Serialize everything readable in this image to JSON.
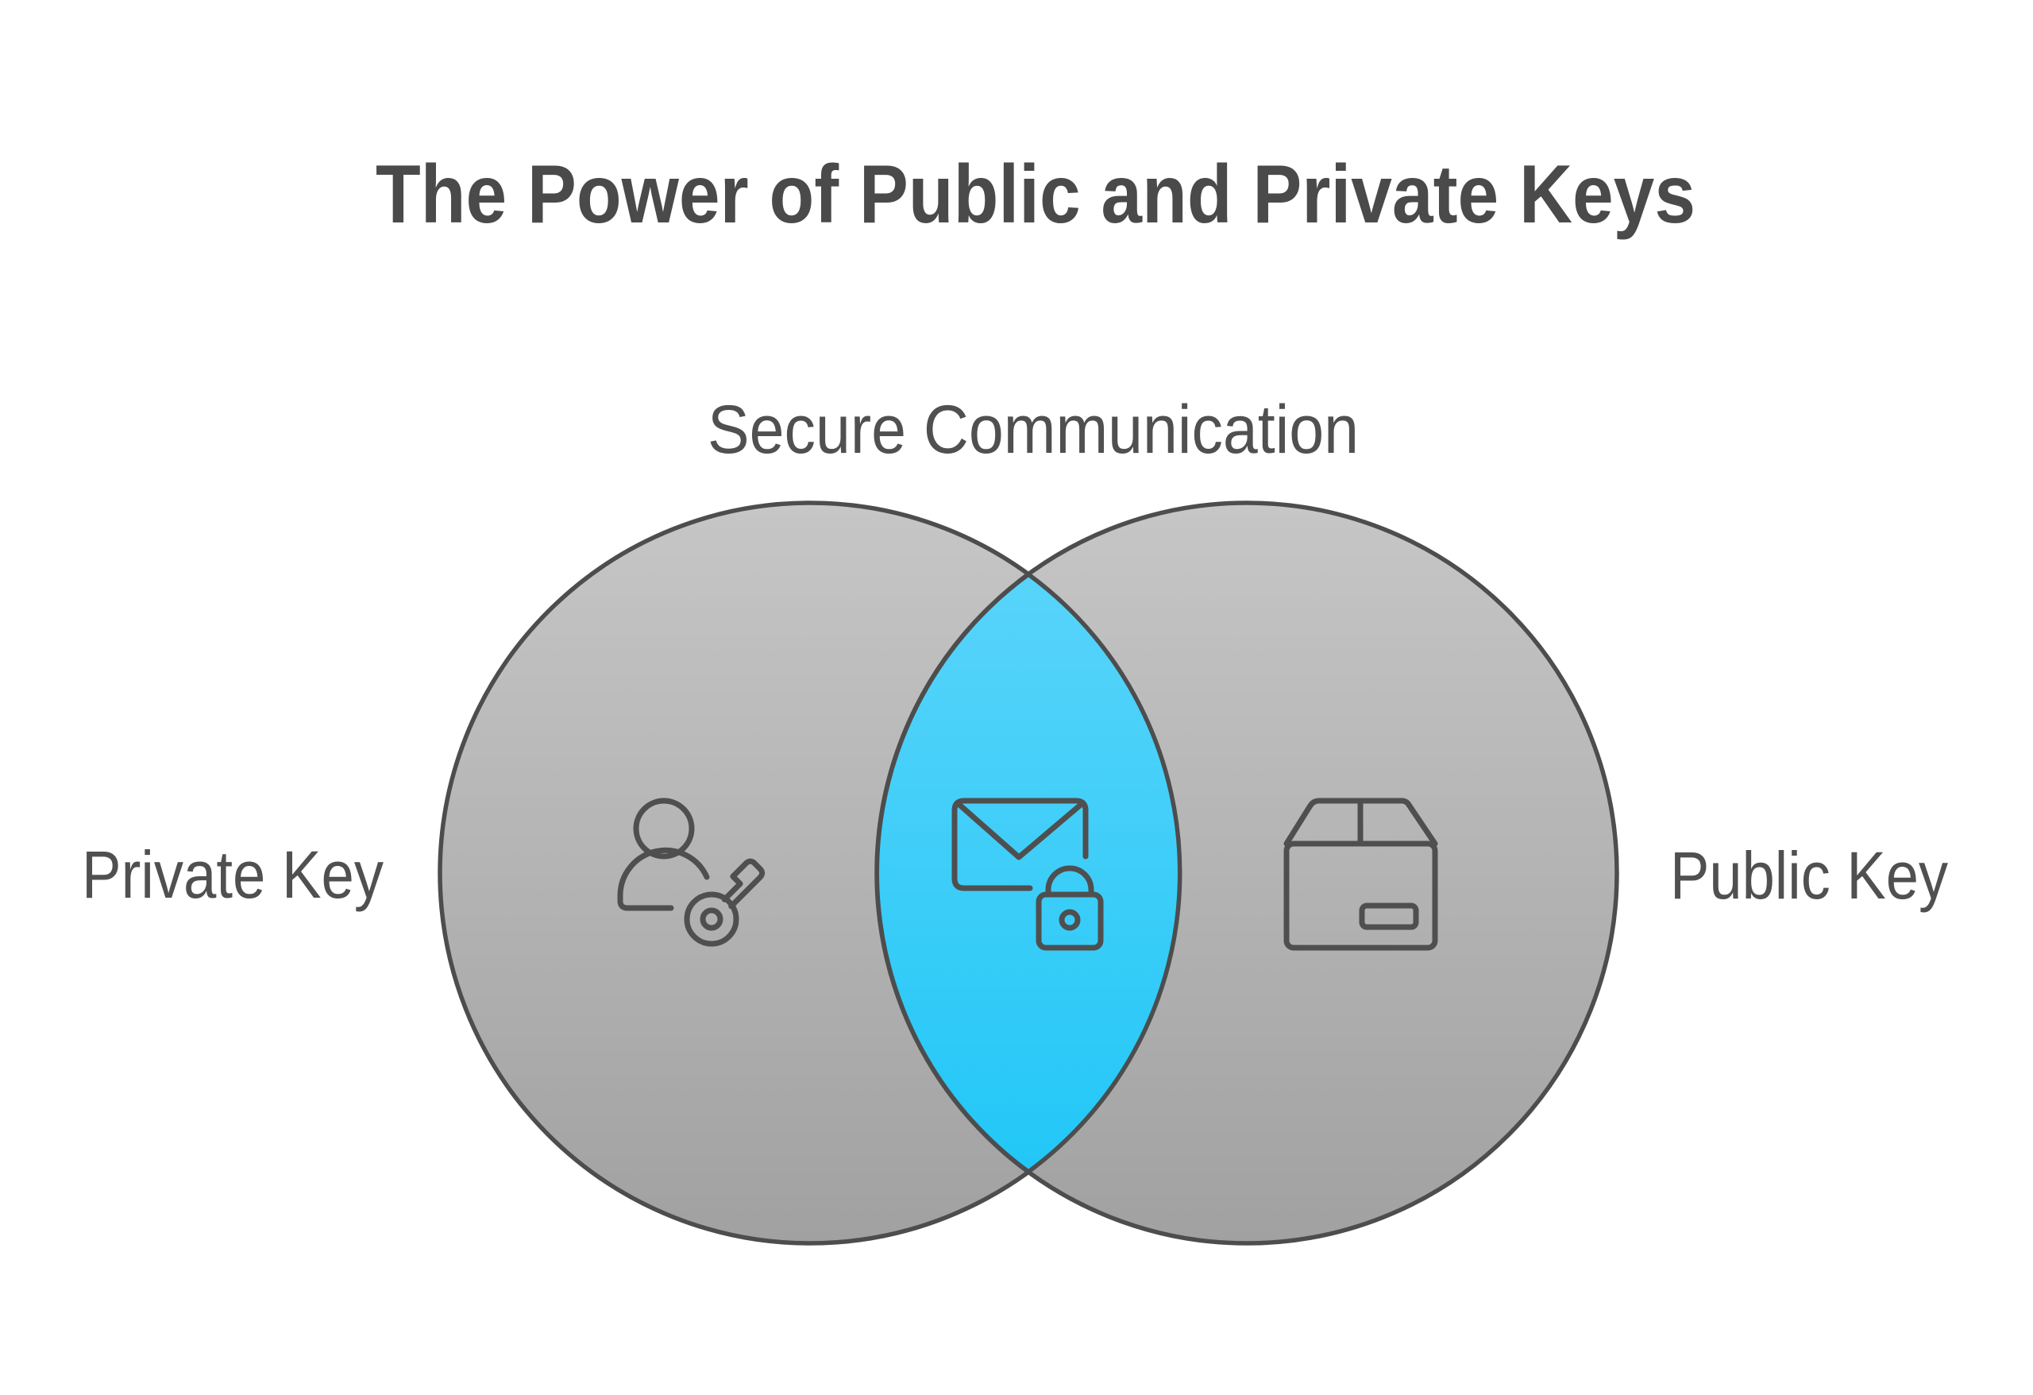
{
  "diagram": {
    "title": "The Power of Public and Private Keys",
    "overlap_label": "Secure Communication",
    "left_circle": {
      "label": "Private Key",
      "icon": "user-key-icon"
    },
    "right_circle": {
      "label": "Public Key",
      "icon": "package-box-icon"
    },
    "overlap": {
      "icon": "envelope-lock-icon"
    }
  },
  "colors": {
    "background": "#ffffff",
    "title_text": "#4a4a4a",
    "label_text": "#505050",
    "circle_fill_top": "#c6c6c6",
    "circle_fill_bottom": "#a1a1a1",
    "circle_stroke": "#4d4d4d",
    "overlap_fill_top": "#58d4fa",
    "overlap_fill_bottom": "#22c7f7",
    "icon_stroke": "#4f4f4f"
  }
}
